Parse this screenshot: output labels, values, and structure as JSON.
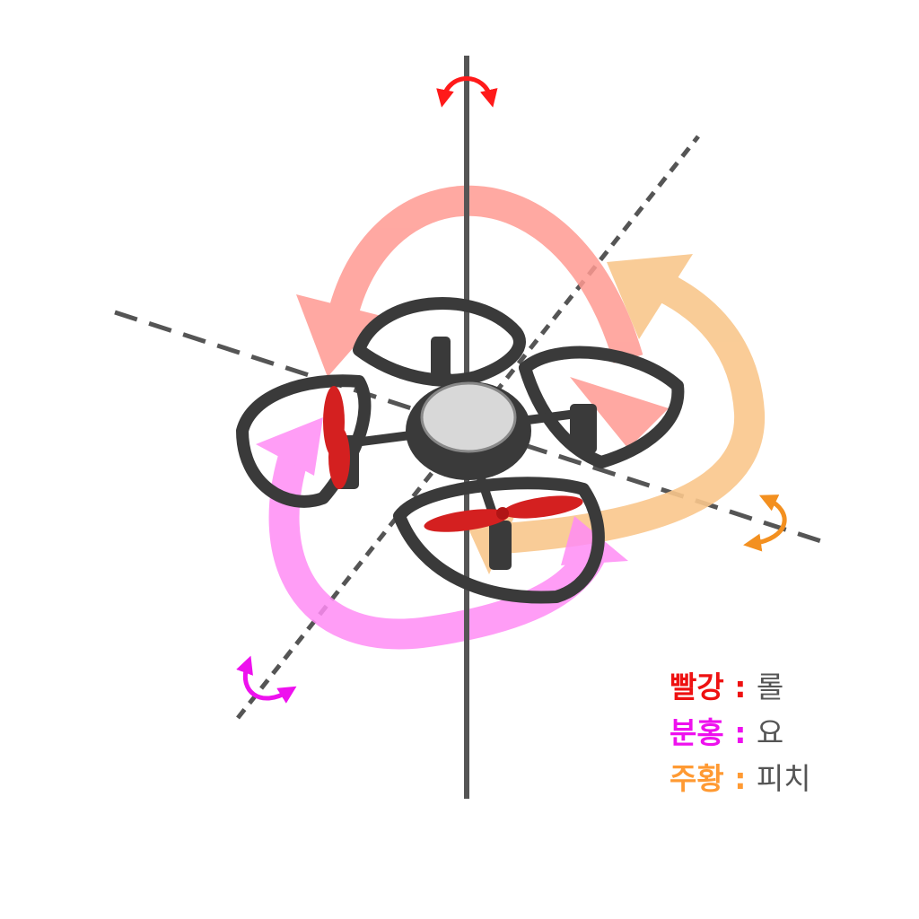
{
  "colors": {
    "roll": "#ee1111",
    "yaw": "#ee11ee",
    "pitch": "#ff9a33",
    "roll_arc": "#ff9a92",
    "yaw_arc": "#ff8cf5",
    "pitch_arc": "#f9c78c",
    "axis": "#555555"
  },
  "legend": [
    {
      "color_name": "빨강",
      "sep": " : ",
      "meaning": "롤"
    },
    {
      "color_name": "분홍",
      "sep": " : ",
      "meaning": "요"
    },
    {
      "color_name": "주황",
      "sep": " : ",
      "meaning": "피치"
    }
  ]
}
